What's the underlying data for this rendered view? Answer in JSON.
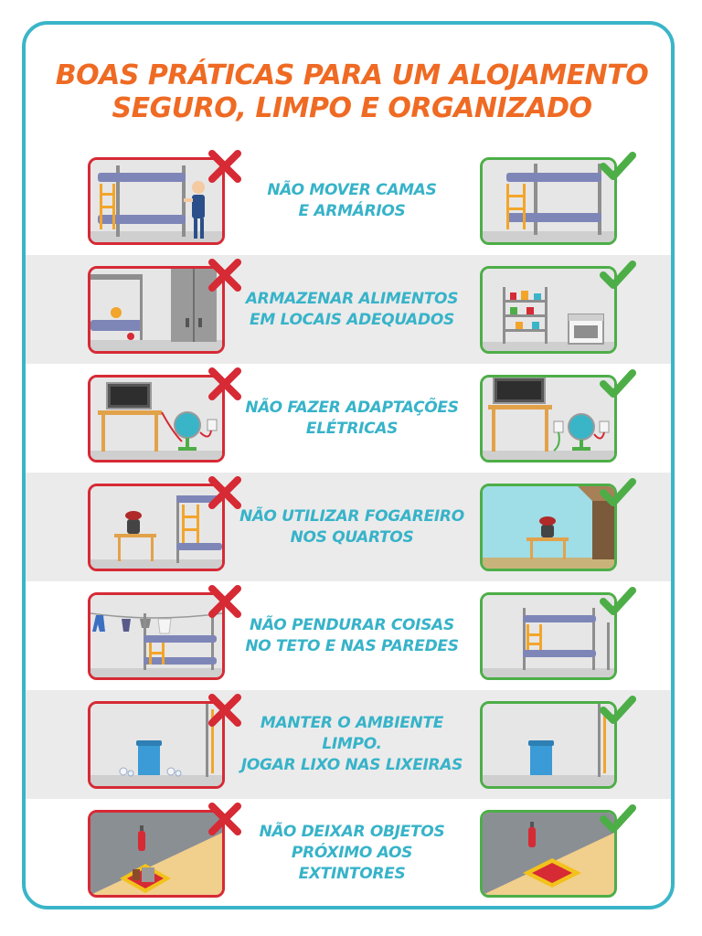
{
  "title": {
    "line1": "BOAS PRÁTICAS PARA UM ALOJAMENTO",
    "line2": "SEGURO, LIMPO E ORGANIZADO"
  },
  "colors": {
    "frame": "#3ab5c8",
    "title": "#ef6a23",
    "caption": "#37b3c9",
    "bad": "#d62a35",
    "good": "#4dae48",
    "alt_row": "#ebebeb"
  },
  "icons": {
    "bad": "cross-icon",
    "good": "check-icon"
  },
  "rows": [
    {
      "line1": "NÃO MOVER CAMAS",
      "line2": "E ARMÁRIOS"
    },
    {
      "line1": "ARMAZENAR ALIMENTOS",
      "line2": "EM LOCAIS ADEQUADOS"
    },
    {
      "line1": "NÃO FAZER ADAPTAÇÕES",
      "line2": "ELÉTRICAS"
    },
    {
      "line1": "NÃO UTILIZAR FOGAREIRO",
      "line2": "NOS QUARTOS"
    },
    {
      "line1": "NÃO PENDURAR COISAS",
      "line2": "NO TETO E NAS PAREDES"
    },
    {
      "line1": "MANTER O AMBIENTE LIMPO.",
      "line2": "JOGAR LIXO NAS LIXEIRAS"
    },
    {
      "line1": "NÃO DEIXAR OBJETOS",
      "line2": "PRÓXIMO AOS EXTINTORES"
    }
  ]
}
